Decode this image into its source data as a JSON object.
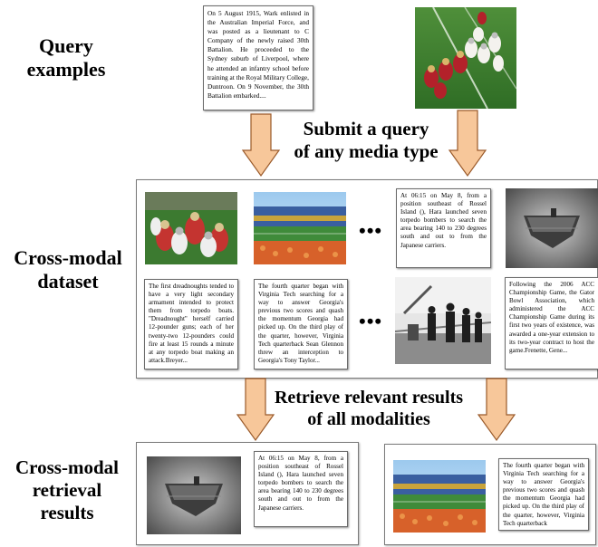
{
  "labels": {
    "query_examples": [
      "Query",
      "examples"
    ],
    "submit_query": [
      "Submit a query",
      "of any media type"
    ],
    "dataset": [
      "Cross-modal",
      "dataset"
    ],
    "retrieve": [
      "Retrieve relevant results",
      "of all modalities"
    ],
    "retrieval_results": [
      "Cross-modal",
      "retrieval",
      "results"
    ]
  },
  "query": {
    "text": "On 5 August 1915, Wark enlisted in the Australian Imperial Force, and was posted as a lieutenant to C Company of the newly raised 30th Battalion. He proceeded to the Sydney suburb of Liverpool, where he attended an infantry school before training at the Royal Military College, Duntroon. On 9 November, the 30th Battalion embarked...."
  },
  "dataset": {
    "ellipsis": "•••",
    "row1_text": "At 06:15 on May 8, from a position southeast of Rossel Island (), Hara launched seven torpedo bombers to search the area bearing 140 to 230 degrees south and out to from the Japanese carriers.",
    "row2_text1": "The first dreadnoughts tended to have a very light secondary armament intended to protect them from torpedo boats. \"Dreadnought\" herself carried 12-pounder guns; each of her twenty-two 12-pounders could fire at least 15 rounds a minute at any torpedo boat making an attack.Breyer...",
    "row2_text2": "The fourth quarter began with Virginia Tech searching for a way to answer Georgia's previous two scores and quash the momentum Georgia had picked up. On the third play of the quarter, however, Virginia Tech quarterback Sean Glennon threw an interception to Georgia's Tony Taylor...",
    "row2_text3": "Following the 2006 ACC Championship Game, the Gator Bowl Association, which administered the ACC Championship Game during its first two years of existence, was awarded a one-year extension to its two-year contract to host the game.Frenette, Gene..."
  },
  "results": {
    "left_text": "At 06:15 on May 8, from a position southeast of Rossel Island (), Hara launched seven torpedo bombers to search the area bearing 140 to 230 degrees south and out to from the Japanese carriers.",
    "right_text": "The fourth quarter began with Virginia Tech searching for a way to answer Georgia's previous two scores and quash the momentum Georgia had picked up. On the third play of the quarter, however, Virginia Tech quarterback"
  },
  "colors": {
    "arrow_fill": "#f7c79a",
    "arrow_stroke": "#9a5a2a",
    "panel_border": "#7a7a7a"
  }
}
